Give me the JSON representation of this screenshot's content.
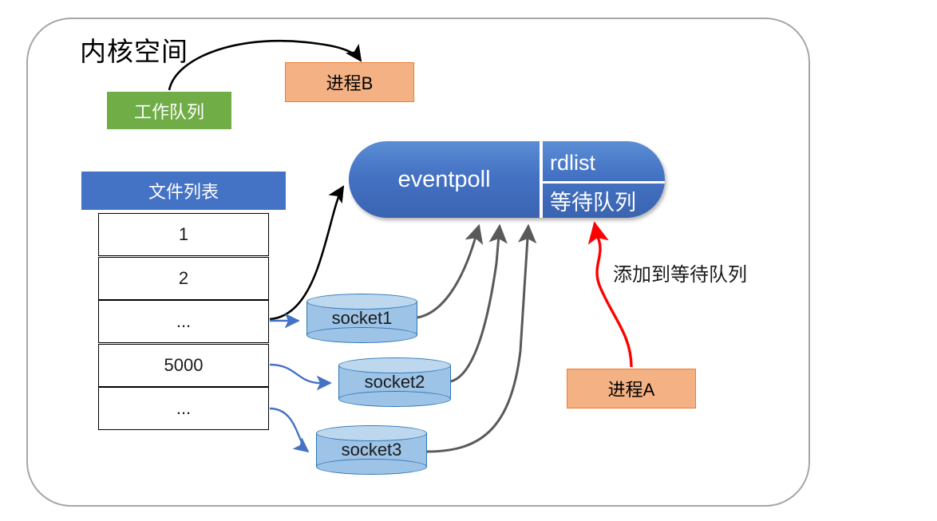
{
  "container": {
    "title": "内核空间"
  },
  "nodes": {
    "workqueue": {
      "label": "工作队列",
      "color": "#70ad47"
    },
    "process_b": {
      "label": "进程B",
      "color": "#f4b183",
      "border": "#ed7d31"
    },
    "process_a": {
      "label": "进程A",
      "color": "#f4b183",
      "border": "#ed7d31"
    },
    "eventpoll": {
      "label": "eventpoll",
      "rdlist_label": "rdlist",
      "waitqueue_label": "等待队列",
      "color": "#4472c4"
    },
    "filelist": {
      "header": "文件列表",
      "header_color": "#4472c4",
      "rows": [
        "1",
        "2",
        "...",
        "5000",
        "..."
      ]
    },
    "sockets": [
      {
        "label": "socket1",
        "color": "#9dc3e6"
      },
      {
        "label": "socket2",
        "color": "#9dc3e6"
      },
      {
        "label": "socket3",
        "color": "#9dc3e6"
      }
    ]
  },
  "annotations": {
    "add_to_waitqueue": "添加到等待队列"
  },
  "edges": {
    "workqueue_to_process_b": {
      "color": "#000000",
      "style": "curved-arrow"
    },
    "filelist_to_socket": {
      "color": "#4472c4",
      "style": "curved-arrow"
    },
    "filelist_to_eventpoll": {
      "color": "#000000",
      "style": "curved-arrow"
    },
    "socket_to_eventpoll": {
      "color": "#595959",
      "style": "curved-arrow"
    },
    "process_a_to_waitqueue": {
      "color": "#ff0000",
      "style": "curved-arrow"
    }
  }
}
